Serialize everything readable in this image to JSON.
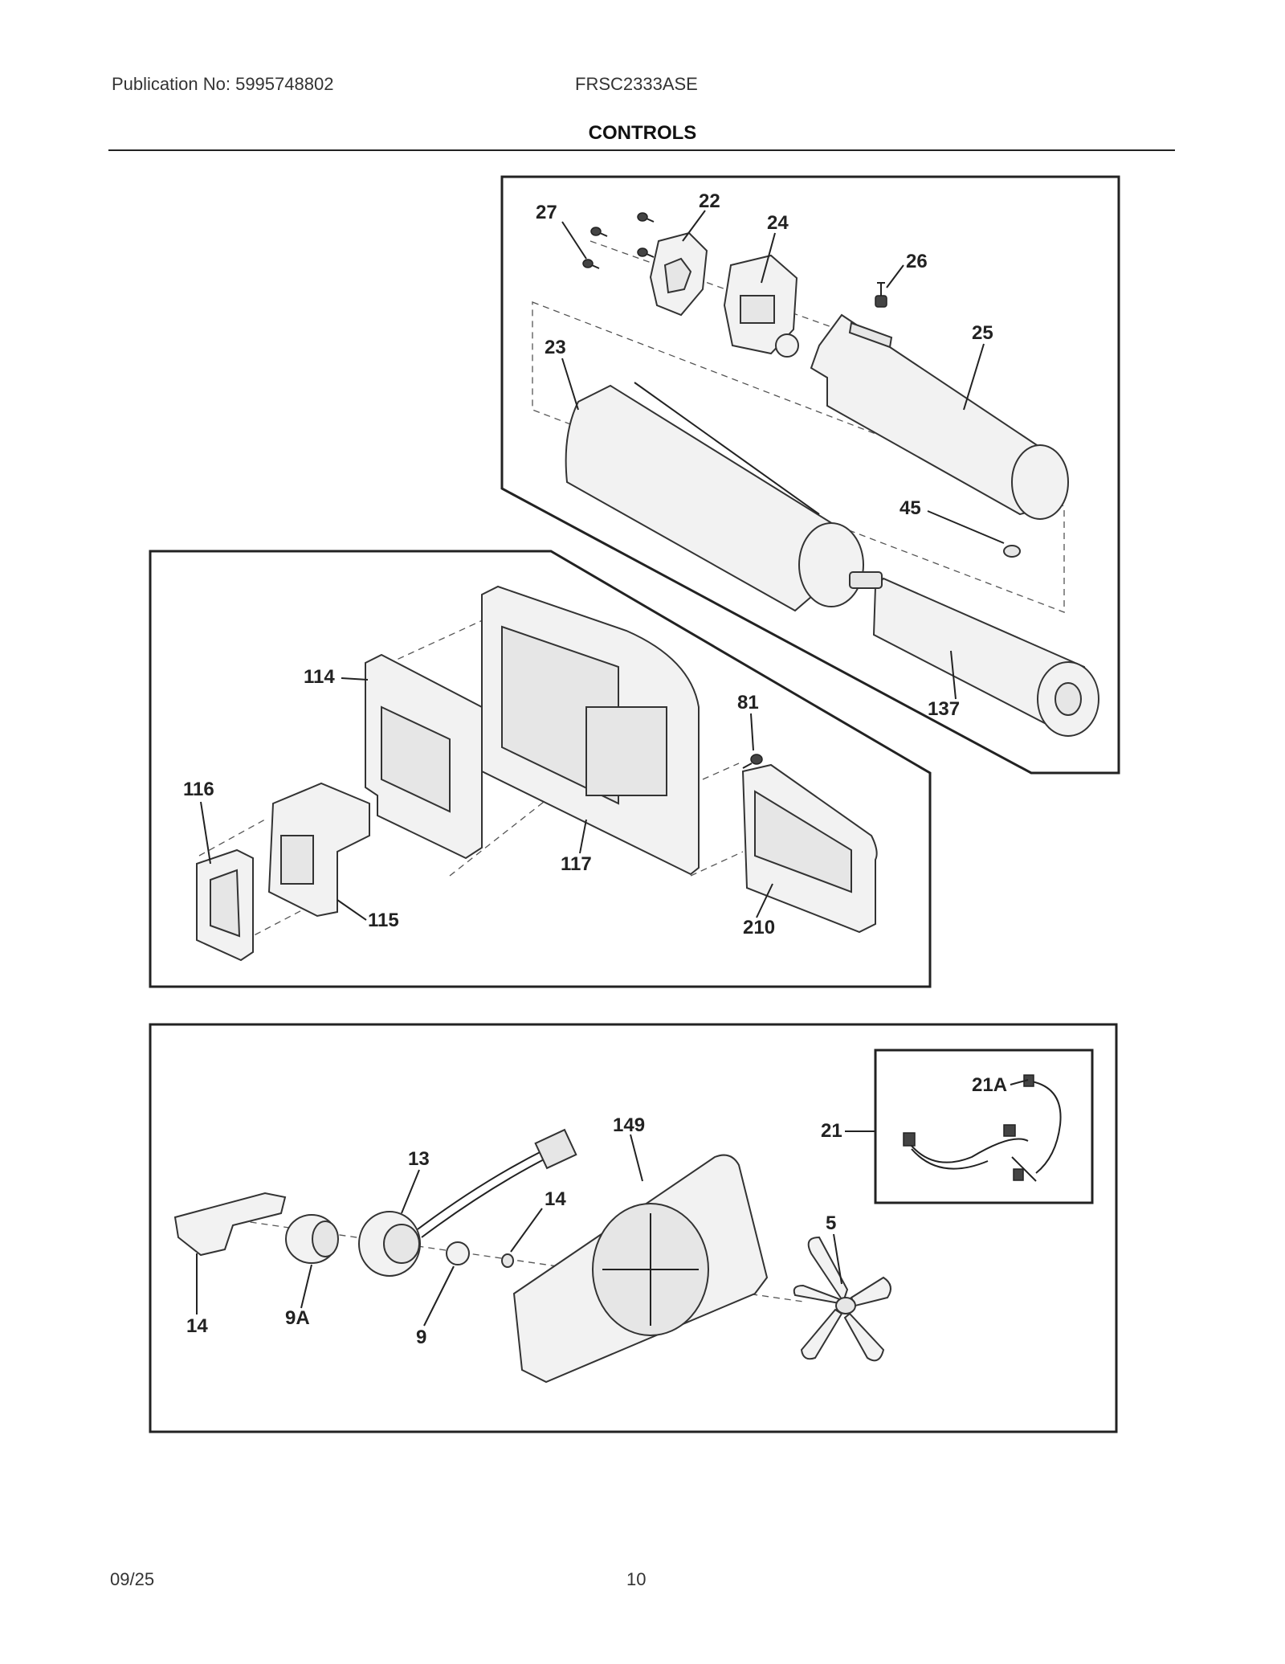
{
  "header": {
    "publication": "Publication No: 5995748802",
    "model": "FRSC2333ASE",
    "section_title": "CONTROLS"
  },
  "footer": {
    "date": "09/25",
    "page": "10"
  },
  "labels": {
    "p27": "27",
    "p22": "22",
    "p24": "24",
    "p26": "26",
    "p25": "25",
    "p23": "23",
    "p45": "45",
    "p137": "137",
    "p114": "114",
    "p81": "81",
    "p116": "116",
    "p117": "117",
    "p115": "115",
    "p210": "210",
    "p21a": "21A",
    "p21": "21",
    "p149": "149",
    "p13": "13",
    "p14a": "14",
    "p14b": "14",
    "p5": "5",
    "p9a": "9A",
    "p9": "9"
  }
}
